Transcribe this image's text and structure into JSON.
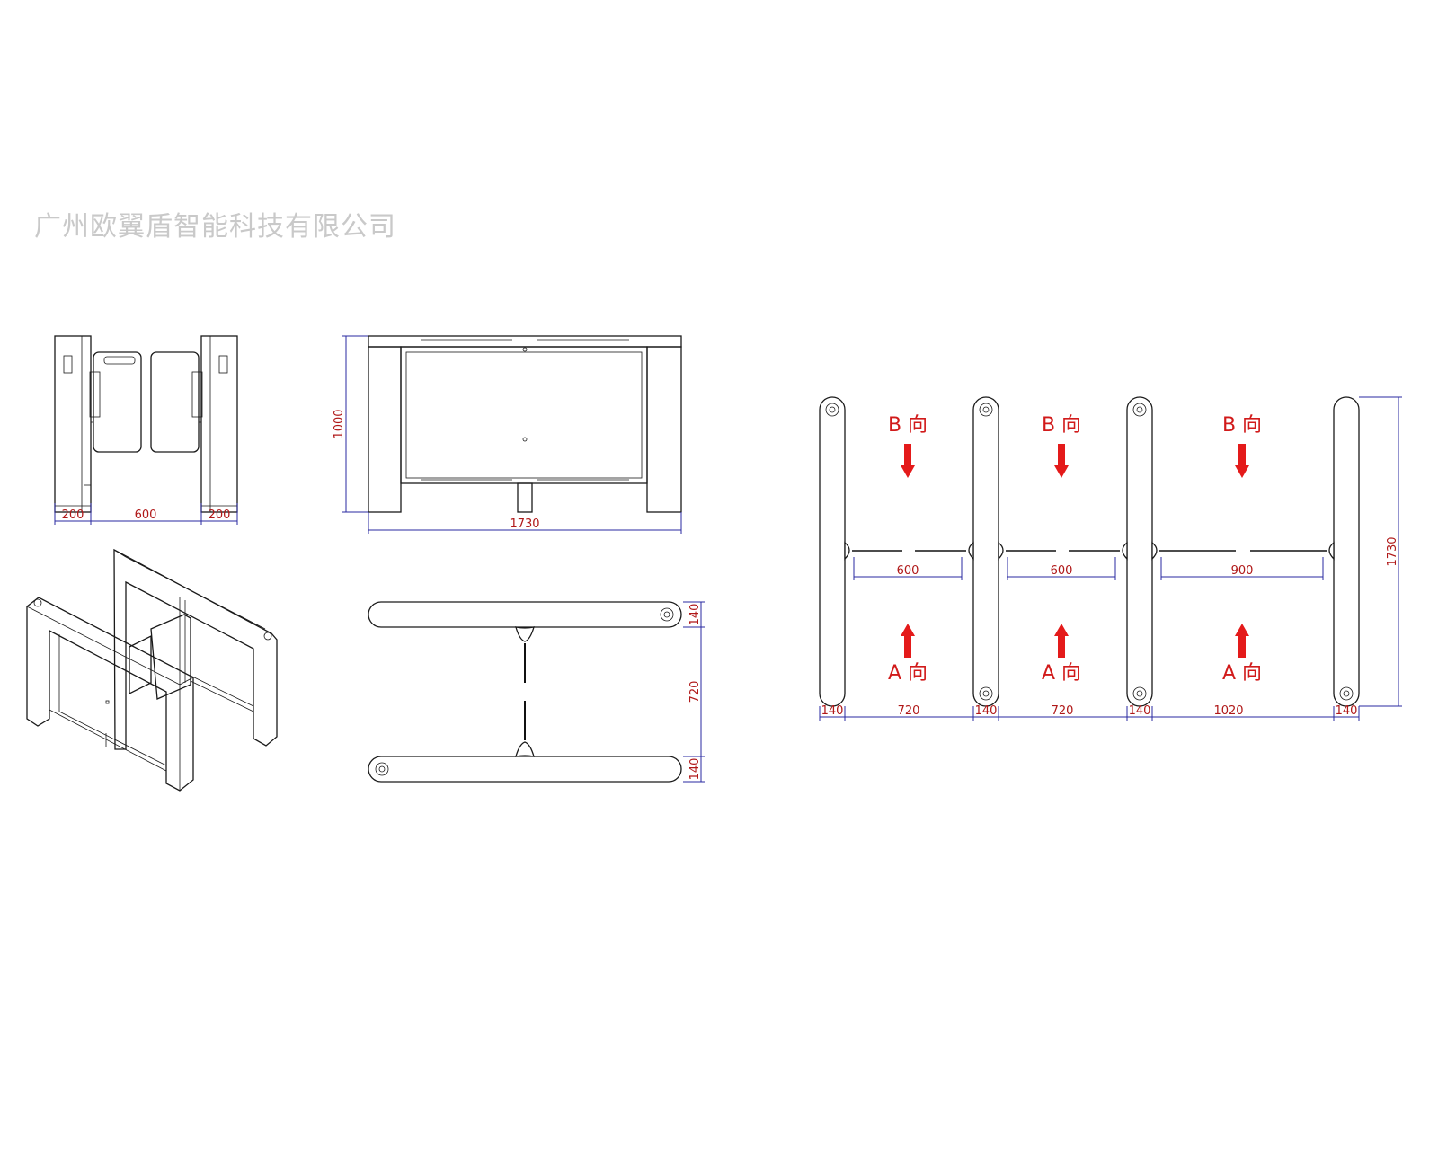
{
  "watermark": "广州欧翼盾智能科技有限公司",
  "front_view": {
    "left": "200",
    "middle": "600",
    "right": "200"
  },
  "side_view": {
    "height": "1000",
    "width": "1730"
  },
  "top_view": {
    "top": "140",
    "gap": "720",
    "bottom": "140"
  },
  "layout_view": {
    "direction_b": "B 向",
    "direction_a": "A 向",
    "gates": [
      "600",
      "600",
      "900"
    ],
    "spacing": [
      "140",
      "720",
      "140",
      "720",
      "140",
      "1020",
      "140"
    ],
    "overall": "1730"
  },
  "colors": {
    "line": "#1a1a1a",
    "dimension": "#2a2aa0",
    "dim_text": "#b01818",
    "arrow": "#e41a1a",
    "watermark": "#c9c9c9"
  }
}
